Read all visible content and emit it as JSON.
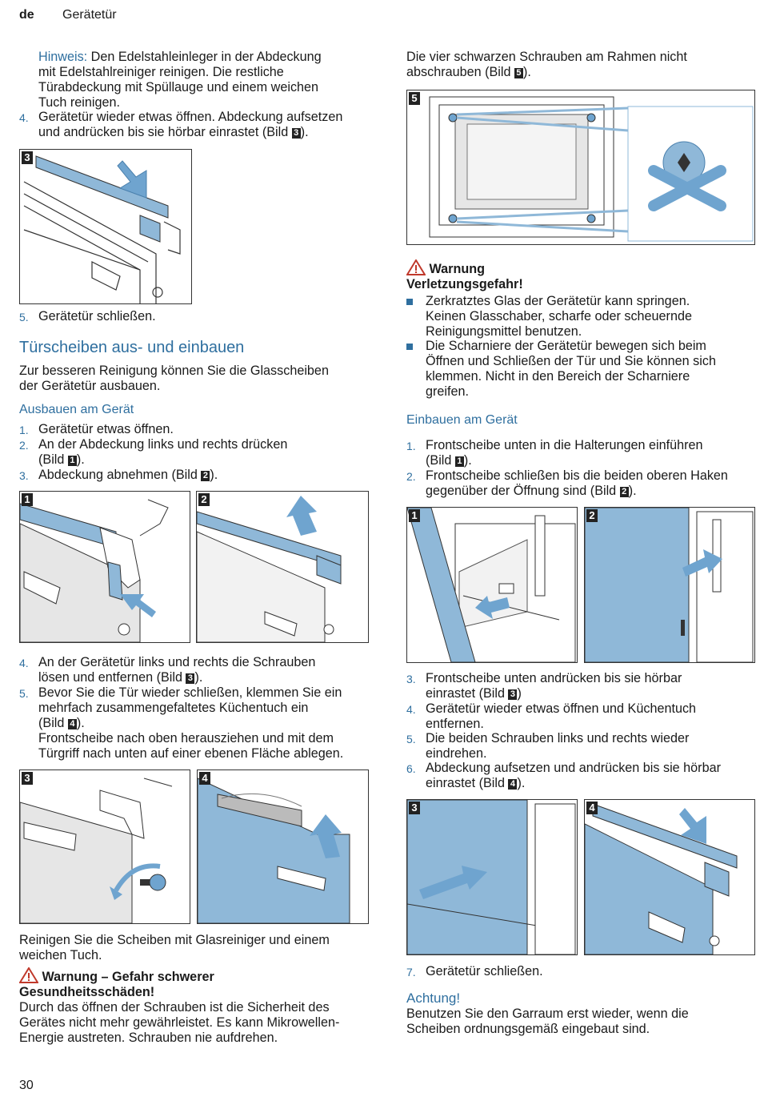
{
  "header": {
    "lang": "de",
    "title": "Gerätetür"
  },
  "page_number": "30",
  "left": {
    "hint_label": "Hinweis:",
    "hint_text_1": " Den Edelstahleinleger in der Abdeckung",
    "hint_text_2": "mit Edelstahlreiniger reinigen. Die restliche",
    "hint_text_3": "Türabdeckung mit Spüllauge und einem weichen",
    "hint_text_4": "Tuch reinigen.",
    "step4_num": "4.",
    "step4_l1": "Gerätetür wieder etwas öffnen. Abdeckung aufsetzen",
    "step4_l2a": "und andrücken bis sie hörbar einrastet (Bild ",
    "step4_ref": "3",
    "step4_l2b": ").",
    "fig_a_label": "3",
    "step5_num": "5.",
    "step5": "Gerätetür schließen.",
    "section_title": "Türscheiben aus- und einbauen",
    "intro_l1": "Zur besseren Reinigung können Sie die Glasscheiben",
    "intro_l2": "der Gerätetür ausbauen.",
    "sub_remove": "Ausbauen am Gerät",
    "r1_num": "1.",
    "r1": "Gerätetür etwas öffnen.",
    "r2_num": "2.",
    "r2_l1": "An der Abdeckung links und rechts drücken",
    "r2_l2a": "(Bild ",
    "r2_ref": "1",
    "r2_l2b": ").",
    "r3_num": "3.",
    "r3a": "Abdeckung abnehmen (Bild ",
    "r3_ref": "2",
    "r3b": ").",
    "fig_b1_label": "1",
    "fig_b2_label": "2",
    "r4_num": "4.",
    "r4_l1": "An der Gerätetür links und rechts die Schrauben",
    "r4_l2a": "lösen und entfernen (Bild ",
    "r4_ref": "3",
    "r4_l2b": ").",
    "r5_num": "5.",
    "r5_l1": "Bevor Sie die Tür wieder schließen, klemmen Sie ein",
    "r5_l2": "mehrfach zusammengefaltetes Küchentuch ein",
    "r5_l3a": "(Bild ",
    "r5_ref": "4",
    "r5_l3b": ").",
    "r5_l4": "Frontscheibe nach oben herausziehen und mit dem",
    "r5_l5": "Türgriff nach unten auf einer ebenen Fläche ablegen.",
    "fig_c1_label": "3",
    "fig_c2_label": "4",
    "clean_l1": "Reinigen Sie die Scheiben mit Glasreiniger und einem",
    "clean_l2": "weichen Tuch.",
    "warn_title_l1": "Warnung – Gefahr schwerer",
    "warn_title_l2": "Gesundheitsschäden!",
    "warn_l1": "Durch das öffnen der Schrauben ist die Sicherheit des",
    "warn_l2": "Gerätes nicht mehr gewährleistet. Es kann Mikrowellen-",
    "warn_l3": "Energie austreten. Schrauben nie aufdrehen."
  },
  "right": {
    "top_l1": "Die vier schwarzen Schrauben am Rahmen nicht",
    "top_l2a": "abschrauben (Bild ",
    "top_ref": "5",
    "top_l2b": ").",
    "fig_d_label": "5",
    "warn_title": "Warnung",
    "warn_sub": "Verletzungsgefahr!",
    "b1_l1": "Zerkratztes Glas der Gerätetür kann springen.",
    "b1_l2": "Keinen Glasschaber, scharfe oder scheuernde",
    "b1_l3": "Reinigungsmittel benutzen.",
    "b2_l1": "Die Scharniere der Gerätetür bewegen sich beim",
    "b2_l2": "Öffnen und Schließen der Tür und Sie können sich",
    "b2_l3": "klemmen. Nicht in den Bereich der Scharniere",
    "b2_l4": "greifen.",
    "sub_install": "Einbauen am Gerät",
    "i1_num": "1.",
    "i1_l1": "Frontscheibe unten in die Halterungen einführen",
    "i1_l2a": "(Bild ",
    "i1_ref": "1",
    "i1_l2b": ").",
    "i2_num": "2.",
    "i2_l1": "Frontscheibe schließen bis die beiden oberen Haken",
    "i2_l2a": "gegenüber der Öffnung sind (Bild ",
    "i2_ref": "2",
    "i2_l2b": ").",
    "fig_e1_label": "1",
    "fig_e2_label": "2",
    "i3_num": "3.",
    "i3_l1": "Frontscheibe unten andrücken bis sie hörbar",
    "i3_l2a": "einrastet (Bild ",
    "i3_ref": "3",
    "i3_l2b": ")",
    "i4_num": "4.",
    "i4_l1": "Gerätetür wieder etwas öffnen und Küchentuch",
    "i4_l2": "entfernen.",
    "i5_num": "5.",
    "i5_l1": "Die beiden Schrauben links und rechts wieder",
    "i5_l2": "eindrehen.",
    "i6_num": "6.",
    "i6_l1": "Abdeckung aufsetzen und andrücken bis sie hörbar",
    "i6_l2a": "einrastet (Bild ",
    "i6_ref": "4",
    "i6_l2b": ").",
    "fig_f1_label": "3",
    "fig_f2_label": "4",
    "i7_num": "7.",
    "i7": "Gerätetür schließen.",
    "attention_title": "Achtung!",
    "attention_l1": "Benutzen Sie den Garraum erst wieder, wenn die",
    "attention_l2": "Scheiben ordnungsgemäß eingebaut sind."
  },
  "colors": {
    "accent": "#2f6f9f",
    "warning": "#c0392b",
    "illustration_blue": "#8fb8d8"
  }
}
